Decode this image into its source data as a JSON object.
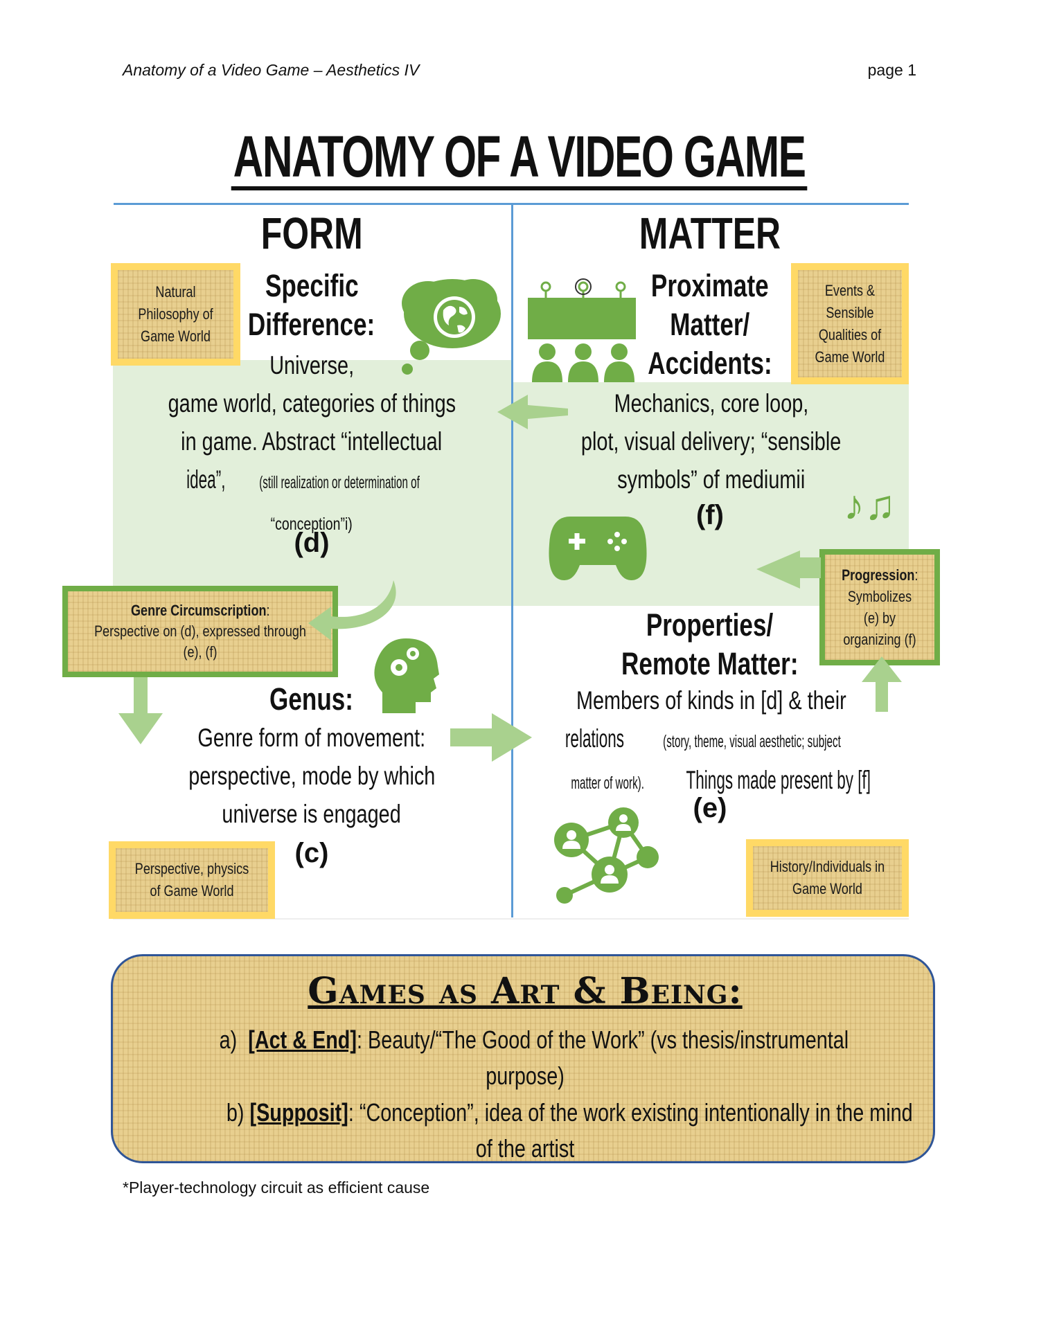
{
  "header": {
    "running_title": "Anatomy of a Video Game – Aesthetics IV",
    "page_label": "page 1"
  },
  "title": "ANATOMY OF A VIDEO GAME",
  "columns": {
    "left": "FORM",
    "right": "MATTER"
  },
  "notes": {
    "natural_philosophy": "Natural Philosophy of Game World",
    "events_sensible": "Events & Sensible Qualities of Game World",
    "perspective_physics": "Perspective, physics of Game World",
    "history_individuals": "History/Individuals in Game World"
  },
  "callouts": {
    "genre_title": "Genre Circumscription",
    "genre_text": "Perspective on (d), expressed through (e), (f)",
    "progression_title": "Progression",
    "progression_text": "Symbolizes (e) by organizing (f)"
  },
  "quadrants": {
    "specific_difference": {
      "heading_1": "Specific",
      "heading_2": "Difference:",
      "line_1": "Universe,",
      "line_2": "game world, categories of things",
      "line_3": "in game. Abstract “intellectual",
      "line_4": "idea”,",
      "line_4_small": "(still realization or determination of",
      "line_5": "“conception”i)",
      "letter": "(d)"
    },
    "proximate_matter": {
      "heading_1": "Proximate",
      "heading_2": "Matter/",
      "heading_3": "Accidents:",
      "line_1": "Mechanics, core loop,",
      "line_2": "plot, visual delivery; “sensible",
      "line_3": "symbols” of mediumii",
      "letter": "(f)"
    },
    "genus": {
      "heading": "Genus:",
      "line_1": "Genre form of movement:",
      "line_2": "perspective, mode by which",
      "line_3": "universe is engaged",
      "letter": "(c)"
    },
    "properties": {
      "heading_1": "Properties/",
      "heading_2": "Remote Matter:",
      "line_1": "Members of kinds in [d] & their",
      "line_2": "relations",
      "line_2_small": "(story, theme, visual aesthetic; subject",
      "line_3_small": "matter of work).",
      "line_3": "Things made present by [f]",
      "letter": "(e)"
    }
  },
  "art_box": {
    "title": "Games as Art & Being:",
    "a_marker": "a)",
    "a_label": "[Act & End]",
    "a_text": ": Beauty/“The Good of the Work” (vs thesis/instrumental",
    "a_text_2": "purpose)",
    "b_marker": "b)",
    "b_label": "[Supposit]",
    "b_text": ": “Conception”, idea of the work existing intentionally in the mind",
    "b_text_2": "of the artist"
  },
  "footnote": "*Player-technology circuit as efficient cause",
  "colors": {
    "green": "#70ad47",
    "light_green": "#e2efda",
    "arrow_green": "#a9d18e",
    "yellow": "#ffd966",
    "blue_rule": "#5b9bd5"
  }
}
